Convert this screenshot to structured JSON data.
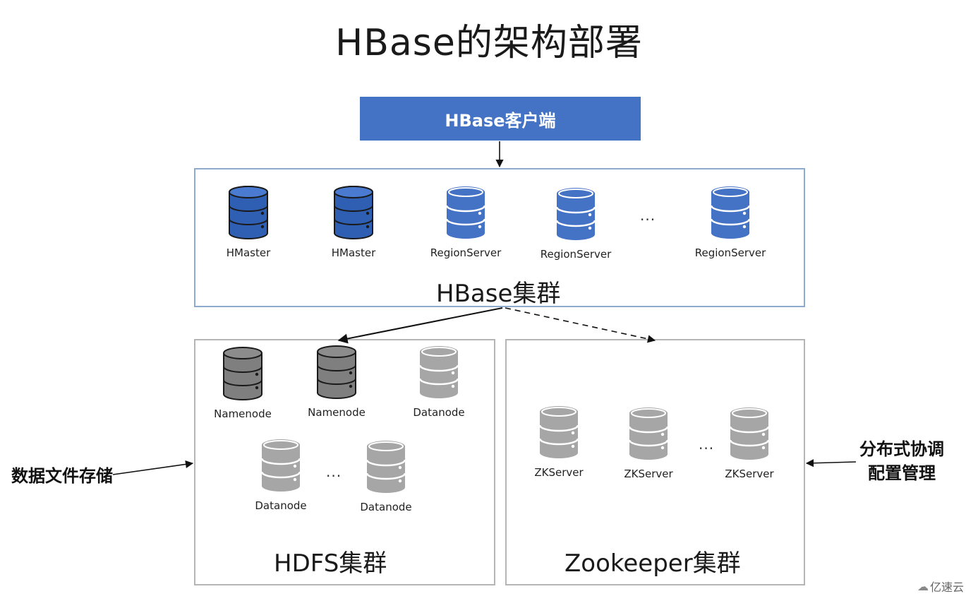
{
  "title": "HBase的架构部署",
  "client": {
    "label": "HBase客户端"
  },
  "colors": {
    "client_fill": "#4472c4",
    "hbase_node": "#4472c4",
    "hdfs_dark": "#7f7f7f",
    "hdfs_light": "#a6a6a6",
    "zk_node": "#a6a6a6"
  },
  "hbase_cluster": {
    "label": "HBase集群",
    "nodes": [
      {
        "label": "HMaster",
        "icon": "database-blue-dark-icon"
      },
      {
        "label": "HMaster",
        "icon": "database-blue-dark-icon"
      },
      {
        "label": "RegionServer",
        "icon": "database-blue-icon"
      },
      {
        "label": "RegionServer",
        "icon": "database-blue-icon"
      },
      {
        "label": "RegionServer",
        "icon": "database-blue-icon"
      }
    ],
    "ellipsis": "..."
  },
  "hdfs_cluster": {
    "label": "HDFS集群",
    "nodes": [
      {
        "label": "Namenode",
        "icon": "database-gray-dark-icon"
      },
      {
        "label": "Namenode",
        "icon": "database-gray-dark-icon"
      },
      {
        "label": "Datanode",
        "icon": "database-gray-icon"
      },
      {
        "label": "Datanode",
        "icon": "database-gray-icon"
      },
      {
        "label": "Datanode",
        "icon": "database-gray-icon"
      }
    ],
    "ellipsis": "..."
  },
  "zookeeper_cluster": {
    "label": "Zookeeper集群",
    "nodes": [
      {
        "label": "ZKServer",
        "icon": "database-gray-icon"
      },
      {
        "label": "ZKServer",
        "icon": "database-gray-icon"
      },
      {
        "label": "ZKServer",
        "icon": "database-gray-icon"
      }
    ],
    "ellipsis": "..."
  },
  "annotations": {
    "left": "数据文件存储",
    "right_line1": "分布式协调",
    "right_line2": "配置管理"
  },
  "watermark": {
    "text": "亿速云",
    "icon": "cloud-logo-icon"
  }
}
